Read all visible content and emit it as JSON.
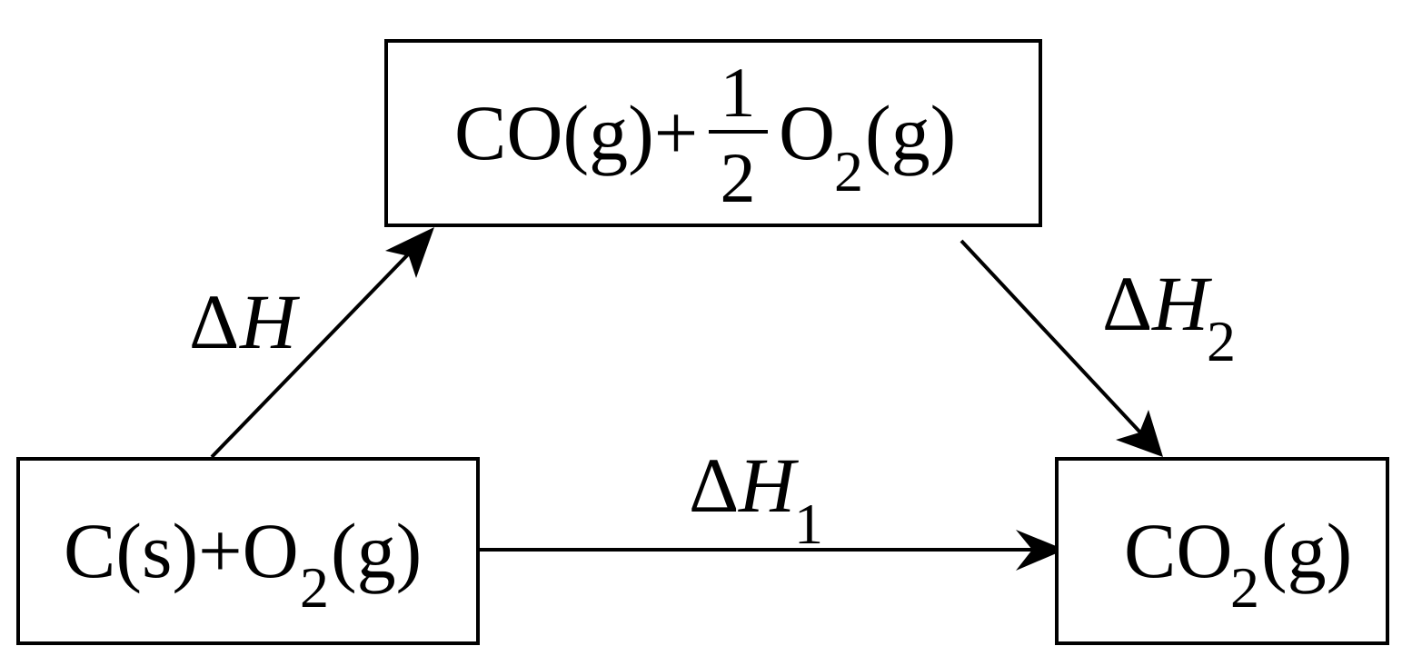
{
  "species": {
    "reactants": {
      "main": "C(s)+O",
      "sub": "2",
      "tail": "(g)"
    },
    "intermediate": {
      "prefix": "CO(g)+",
      "frac_num": "1",
      "frac_den": "2",
      "main": "O",
      "sub": "2",
      "tail": "(g)"
    },
    "product": {
      "main": "CO",
      "sub": "2",
      "tail": "(g)"
    }
  },
  "arrows": {
    "path_a": {
      "delta": "Δ",
      "symbol": "H",
      "sub": ""
    },
    "path_b": {
      "delta": "Δ",
      "symbol": "H",
      "sub": "2"
    },
    "path_c": {
      "delta": "Δ",
      "symbol": "H",
      "sub": "1"
    }
  }
}
